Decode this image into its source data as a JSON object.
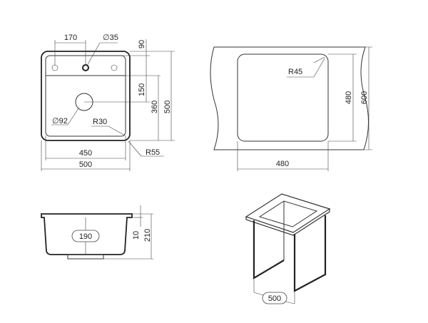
{
  "top_view": {
    "dim_hole_offset": "170",
    "dim_tap_hole": "∅35",
    "dim_rim_depth": "90",
    "dim_drain_offset": "150",
    "dim_bowl_length": "360",
    "dim_outer_length": "500",
    "dim_drain_dia": "∅92",
    "dim_inner_radius": "R30",
    "dim_outer_radius": "R55",
    "dim_bowl_width": "450",
    "dim_outer_width": "500"
  },
  "cutout_view": {
    "dim_corner_radius": "R45",
    "dim_cutout_height": "480",
    "dim_cabinet_height": "600",
    "dim_cutout_width": "480"
  },
  "section_view": {
    "dim_bowl_depth": "190",
    "dim_rim": "10",
    "dim_total_depth": "210"
  },
  "cabinet_view": {
    "dim_cabinet_width": "500"
  }
}
